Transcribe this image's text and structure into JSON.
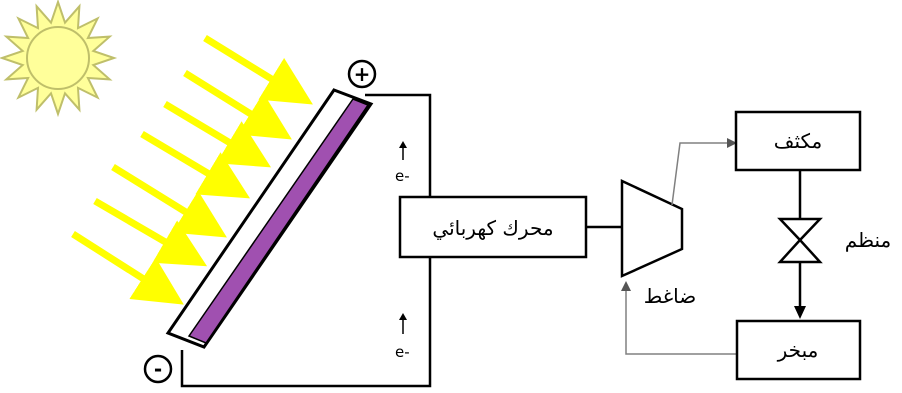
{
  "labels": {
    "motor": "محرك كهربائي",
    "compressor": "ضاغط",
    "condenser": "مكثف",
    "regulator": "منظم",
    "evaporator": "مبخر",
    "plus": "+",
    "minus": "-",
    "electron_top": "e-",
    "electron_bottom": "e-"
  },
  "colors": {
    "sun_fill": "#ffff9a",
    "sun_stroke": "#bfbf6a",
    "rays": "#ffff00",
    "panel_strip": "#a050b0",
    "wires": "#000000",
    "refrigerant_lines": "#808080"
  },
  "icons": [
    "sun-icon",
    "expansion-valve-icon"
  ]
}
